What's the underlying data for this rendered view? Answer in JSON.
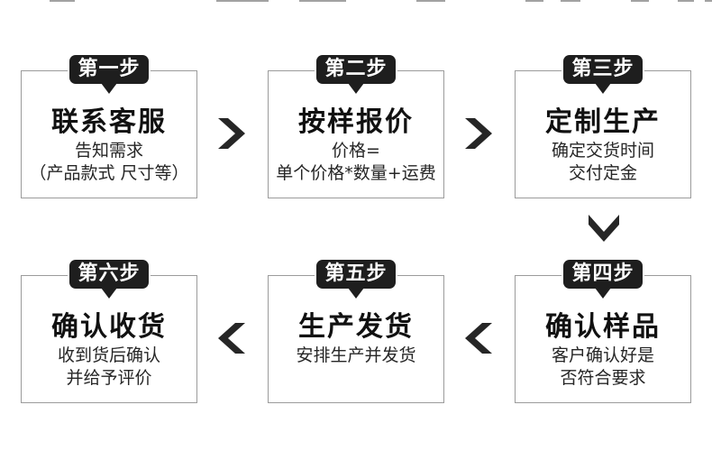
{
  "diagram": {
    "type": "flowchart",
    "language": "zh-CN",
    "description": "Six-step custom order process flow, top row left-to-right (steps 1-3), down, bottom row right-to-left (steps 4-6)"
  },
  "colors": {
    "background": "#ffffff",
    "box_border": "#9b9b9b",
    "badge_background": "#1e1e1e",
    "badge_text": "#ffffff",
    "title_text": "#111111",
    "subtitle_text": "#262626",
    "arrow": "#262626"
  },
  "steps": [
    {
      "badge": "第一步",
      "title": "联系客服",
      "lines": [
        "告知需求",
        "（产品款式 尺寸等）"
      ]
    },
    {
      "badge": "第二步",
      "title": "按样报价",
      "lines": [
        "价格=",
        "单个价格*数量+运费"
      ]
    },
    {
      "badge": "第三步",
      "title": "定制生产",
      "lines": [
        "确定交货时间",
        "交付定金"
      ]
    },
    {
      "badge": "第四步",
      "title": "确认样品",
      "lines": [
        "客户确认好是",
        "否符合要求"
      ]
    },
    {
      "badge": "第五步",
      "title": "生产发货",
      "lines": [
        "安排生产并发货"
      ]
    },
    {
      "badge": "第六步",
      "title": "确认收货",
      "lines": [
        "收到货后确认",
        "并给予评价"
      ]
    }
  ],
  "arrows": [
    {
      "from": "step-1",
      "to": "step-2",
      "direction": "right"
    },
    {
      "from": "step-2",
      "to": "step-3",
      "direction": "right"
    },
    {
      "from": "step-3",
      "to": "step-4",
      "direction": "down"
    },
    {
      "from": "step-4",
      "to": "step-5",
      "direction": "left"
    },
    {
      "from": "step-5",
      "to": "step-6",
      "direction": "left"
    }
  ]
}
